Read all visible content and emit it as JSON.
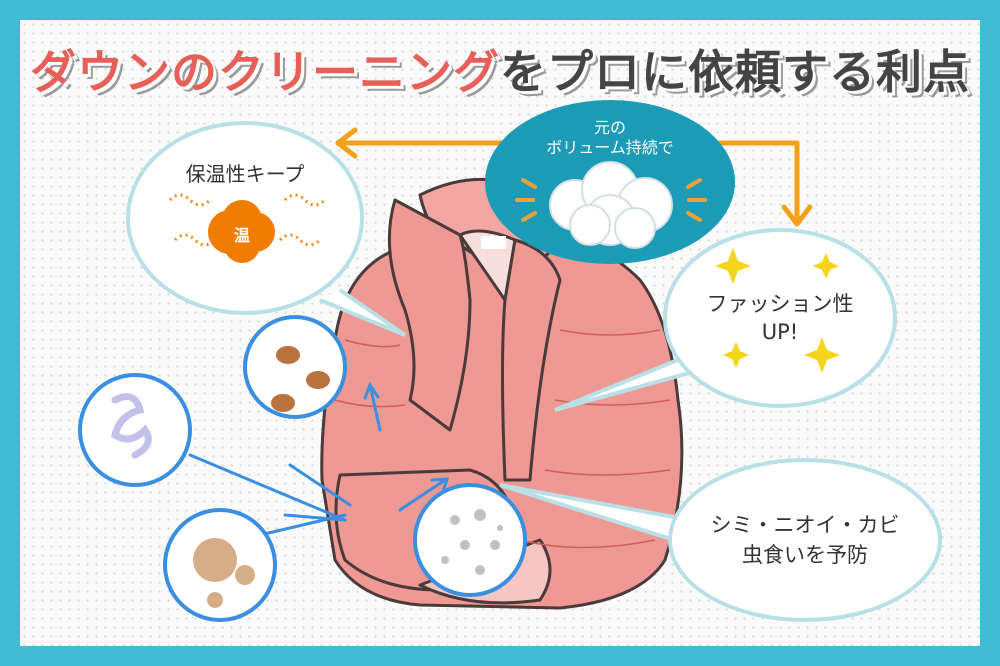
{
  "title": {
    "part1": "ダウンのクリーニング",
    "part2": "をプロに依頼する利点"
  },
  "bubbles": {
    "warmth": "保温性キープ",
    "warm_cloud": "温",
    "volume_line1": "元の",
    "volume_line2": "ボリューム持続で",
    "fashion_line1": "ファッション性",
    "fashion_line2": "UP!",
    "prevent_line1": "シミ・ニオイ・カビ",
    "prevent_line2": "虫食いを予防"
  },
  "colors": {
    "frame": "#42bbd7",
    "accent_red": "#e65f58",
    "jacket": "#ef9994",
    "arrow_orange": "#f5a01a",
    "circle_blue": "#3a8fe0",
    "teal": "#1b9bb6"
  }
}
